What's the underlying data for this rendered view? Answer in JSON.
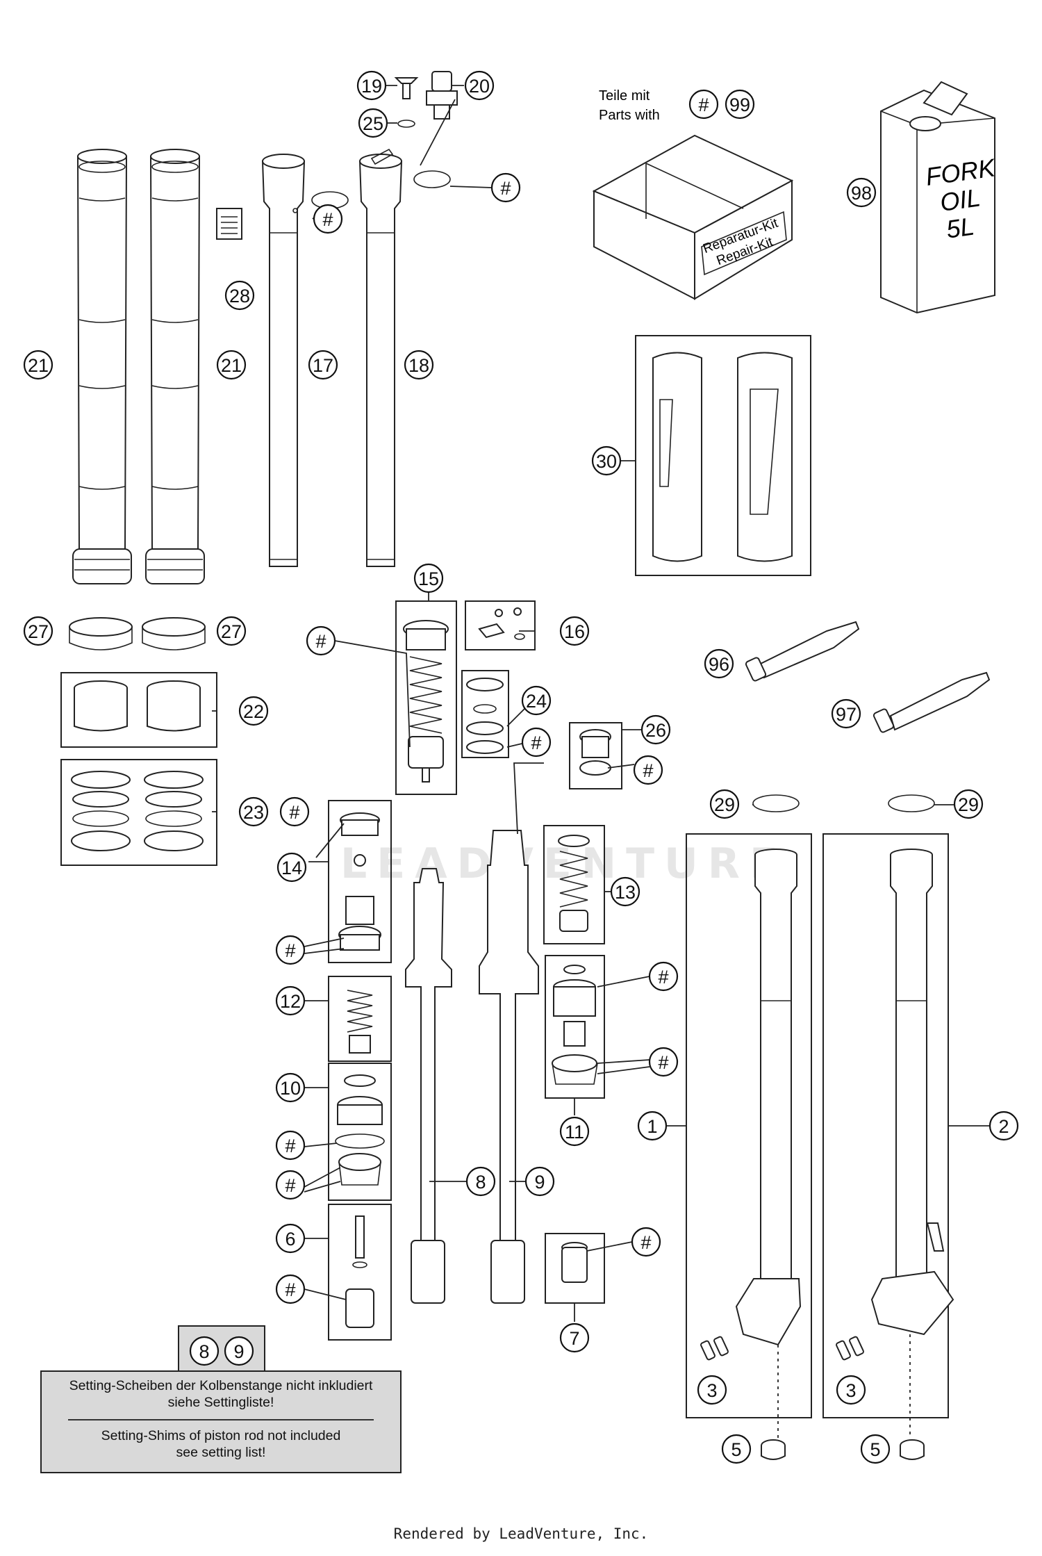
{
  "watermark": "LEADVENTURE",
  "kit_note": {
    "line1": "Teile mit",
    "line2": "Parts with",
    "tags": [
      "#",
      "99"
    ]
  },
  "repair_kit": {
    "line1": "Reparatur-Kit",
    "line2": "Repair-Kit"
  },
  "oil_can": {
    "line1": "FORK",
    "line2": "OIL",
    "line3": "5L"
  },
  "callouts": [
    {
      "id": "c19",
      "label": "19"
    },
    {
      "id": "c20",
      "label": "20"
    },
    {
      "id": "c25",
      "label": "25"
    },
    {
      "id": "c99",
      "label": "99"
    },
    {
      "id": "c99h",
      "label": "#"
    },
    {
      "id": "c98",
      "label": "98"
    },
    {
      "id": "c17h",
      "label": "#"
    },
    {
      "id": "c18h",
      "label": "#"
    },
    {
      "id": "c28",
      "label": "28"
    },
    {
      "id": "c21a",
      "label": "21"
    },
    {
      "id": "c21b",
      "label": "21"
    },
    {
      "id": "c17",
      "label": "17"
    },
    {
      "id": "c18",
      "label": "18"
    },
    {
      "id": "c30",
      "label": "30"
    },
    {
      "id": "c15",
      "label": "15"
    },
    {
      "id": "c27a",
      "label": "27"
    },
    {
      "id": "c27b",
      "label": "27"
    },
    {
      "id": "c16",
      "label": "16"
    },
    {
      "id": "c15h",
      "label": "#"
    },
    {
      "id": "c96",
      "label": "96"
    },
    {
      "id": "c22",
      "label": "22"
    },
    {
      "id": "c24",
      "label": "24"
    },
    {
      "id": "c24h",
      "label": "#"
    },
    {
      "id": "c26",
      "label": "26"
    },
    {
      "id": "c97",
      "label": "97"
    },
    {
      "id": "c26h",
      "label": "#"
    },
    {
      "id": "c23",
      "label": "23"
    },
    {
      "id": "c14h1",
      "label": "#"
    },
    {
      "id": "c29a",
      "label": "29"
    },
    {
      "id": "c29b",
      "label": "29"
    },
    {
      "id": "c14",
      "label": "14"
    },
    {
      "id": "c13",
      "label": "13"
    },
    {
      "id": "c14h2",
      "label": "#"
    },
    {
      "id": "c11h1",
      "label": "#"
    },
    {
      "id": "c12",
      "label": "12"
    },
    {
      "id": "c11h2",
      "label": "#"
    },
    {
      "id": "c10",
      "label": "10"
    },
    {
      "id": "c1",
      "label": "1"
    },
    {
      "id": "c2",
      "label": "2"
    },
    {
      "id": "c11",
      "label": "11"
    },
    {
      "id": "c10h1",
      "label": "#"
    },
    {
      "id": "c10h2",
      "label": "#"
    },
    {
      "id": "c8",
      "label": "8"
    },
    {
      "id": "c9",
      "label": "9"
    },
    {
      "id": "c6",
      "label": "6"
    },
    {
      "id": "c7h",
      "label": "#"
    },
    {
      "id": "c6h",
      "label": "#"
    },
    {
      "id": "c7",
      "label": "7"
    },
    {
      "id": "c3a",
      "label": "3"
    },
    {
      "id": "c3b",
      "label": "3"
    },
    {
      "id": "c5a",
      "label": "5"
    },
    {
      "id": "c5b",
      "label": "5"
    },
    {
      "id": "cn8",
      "label": "8"
    },
    {
      "id": "cn9",
      "label": "9"
    }
  ],
  "note": {
    "de_line1": "Setting-Scheiben der Kolbenstange nicht inkludiert",
    "de_line2": "siehe Settingliste!",
    "en_line1": "Setting-Shims of piston rod not included",
    "en_line2": "see setting list!"
  },
  "footer": "Rendered by LeadVenture, Inc."
}
